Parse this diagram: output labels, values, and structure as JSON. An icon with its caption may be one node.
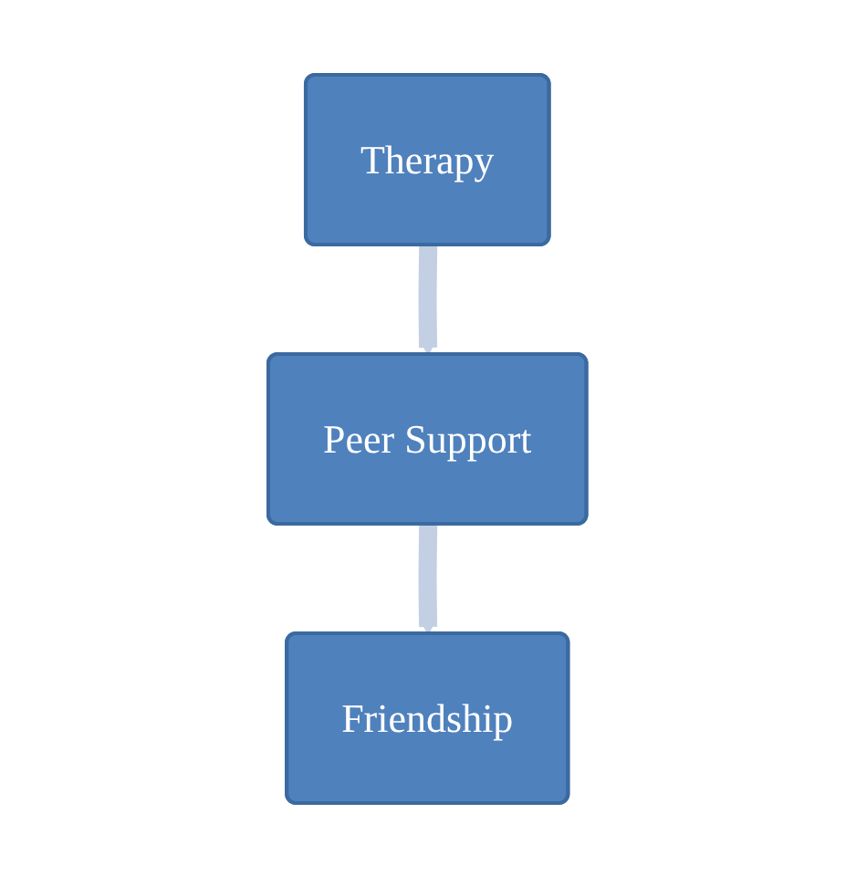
{
  "diagram": {
    "nodes": [
      {
        "text": [
          "Therapy"
        ]
      },
      {
        "text": [
          "Peer Support"
        ]
      },
      {
        "text": [
          "Friendship"
        ]
      }
    ],
    "edges": [
      {
        "from": 0,
        "to": 1,
        "arrow": "to"
      },
      {
        "from": 1,
        "to": 2,
        "arrow": "to"
      }
    ]
  }
}
